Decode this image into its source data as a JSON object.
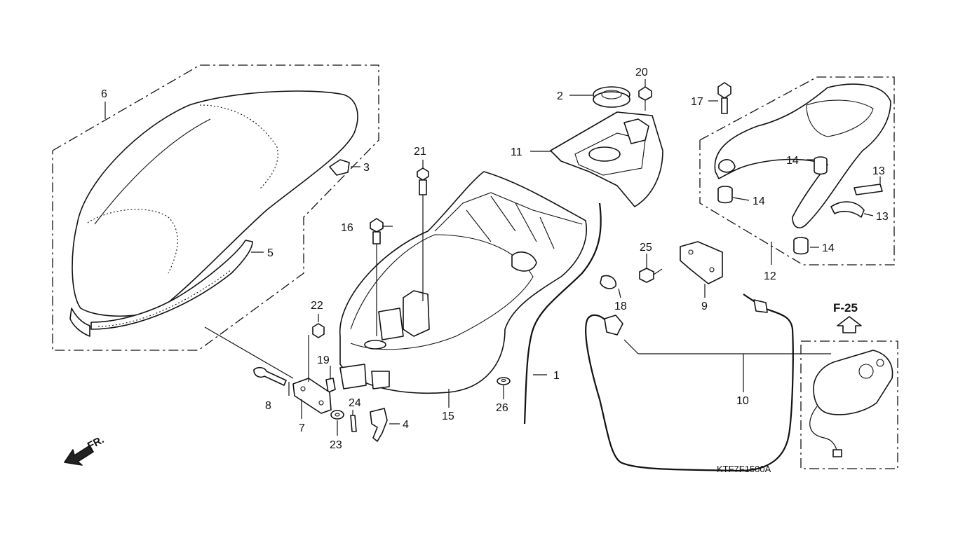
{
  "diagram": {
    "code": "KTF7F1500A",
    "reference": "F-25",
    "direction": "FR.",
    "callouts": {
      "p1": "1",
      "p2": "2",
      "p3": "3",
      "p4": "4",
      "p5": "5",
      "p6": "6",
      "p7": "7",
      "p8": "8",
      "p9": "9",
      "p10": "10",
      "p11": "11",
      "p12": "12",
      "p13a": "13",
      "p13b": "13",
      "p14a": "14",
      "p14b": "14",
      "p14c": "14",
      "p15": "15",
      "p16": "16",
      "p17": "17",
      "p18": "18",
      "p19": "19",
      "p20": "20",
      "p21": "21",
      "p22": "22",
      "p23": "23",
      "p24": "24",
      "p25": "25",
      "p26": "26"
    }
  }
}
